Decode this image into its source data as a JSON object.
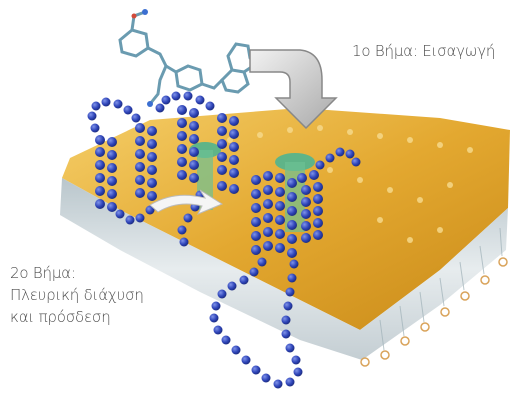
{
  "captions": {
    "step1": "1ο Βήμα: Εισαγωγή",
    "step2_line1": "2ο Βήμα:",
    "step2_line2": "Πλευρική διάχυση",
    "step2_line3": "και πρόσδεση"
  },
  "colors": {
    "membrane_top": "#e8b23a",
    "membrane_side": "#cfd8dd",
    "protein_helix": "#2e44b8",
    "binding_site": "#5fb488",
    "molecule": "#6a9bb0",
    "arrow": "#c8c8c8",
    "text": "#4d4d4d"
  },
  "icons": {
    "molecule": "ligand-molecule-icon",
    "arrow": "insertion-arrow-icon"
  }
}
